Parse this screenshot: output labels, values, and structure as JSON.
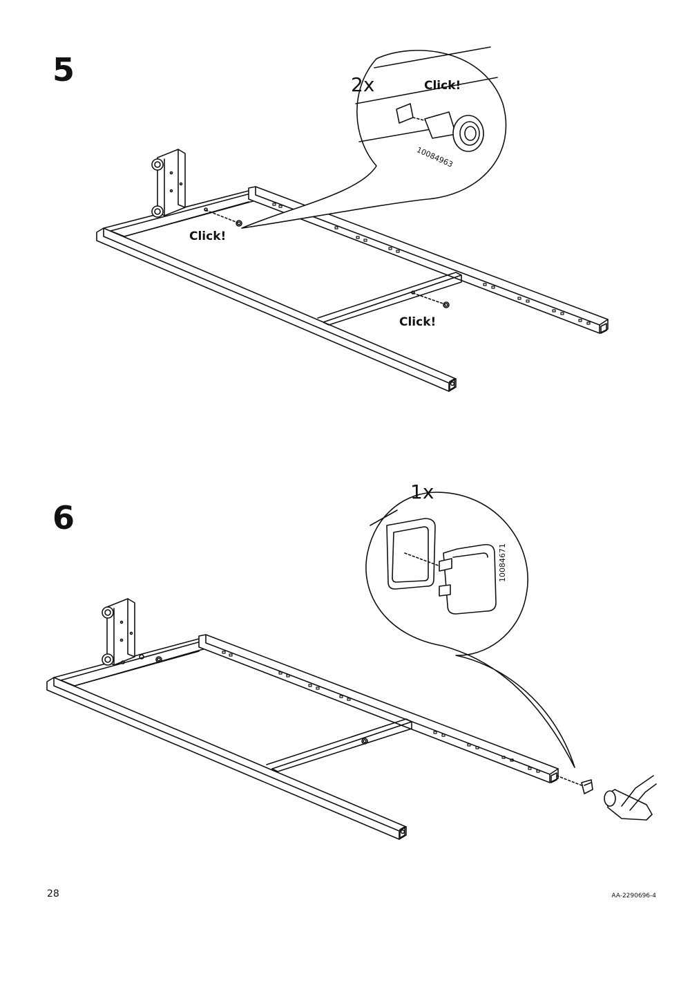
{
  "steps": [
    {
      "number": "5",
      "detail_quantity": "2x",
      "detail_click": "Click!",
      "part_number": "10084963",
      "click_labels": [
        "Click!",
        "Click!"
      ]
    },
    {
      "number": "6",
      "detail_quantity": "1x",
      "part_number": "10084671"
    }
  ],
  "footer": {
    "page_number": "28",
    "document_code": "AA-2290696-4"
  }
}
